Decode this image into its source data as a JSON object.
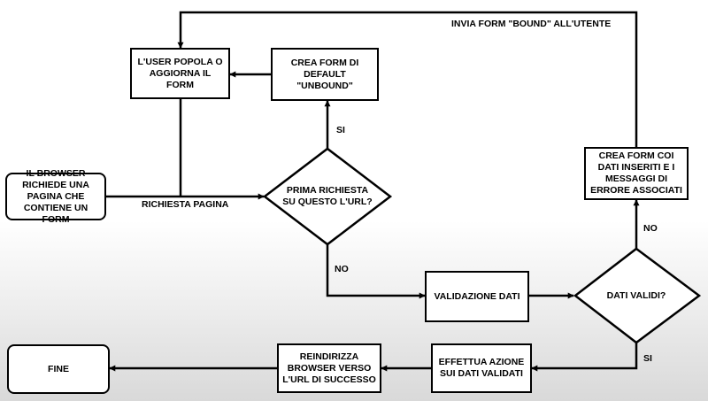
{
  "nodes": {
    "browser_request": "IL BROWSER RICHIEDE UNA PAGINA CHE CONTIENE UN FORM",
    "user_fills": "L'USER POPOLA O AGGIORNA IL FORM",
    "create_default": "CREA FORM DI DEFAULT \"UNBOUND\"",
    "first_request": "PRIMA RICHIESTA SU QUESTO L'URL?",
    "validate": "VALIDAZIONE DATI",
    "data_valid": "DATI VALIDI?",
    "create_errors": "CREA FORM COI DATI INSERITI E I MESSAGGI DI ERRORE ASSOCIATI",
    "perform_action": "EFFETTUA AZIONE SUI DATI VALIDATI",
    "redirect": "REINDIRIZZA BROWSER VERSO L'URL DI SUCCESSO",
    "end": "FINE"
  },
  "edge_labels": {
    "request_page": "RICHIESTA PAGINA",
    "send_bound": "INVIA FORM \"BOUND\" ALL'UTENTE",
    "yes_first": "SI",
    "no_first": "NO",
    "no_valid": "NO",
    "yes_valid": "SI"
  },
  "colors": {
    "stroke": "#000000",
    "fill": "#ffffff"
  }
}
